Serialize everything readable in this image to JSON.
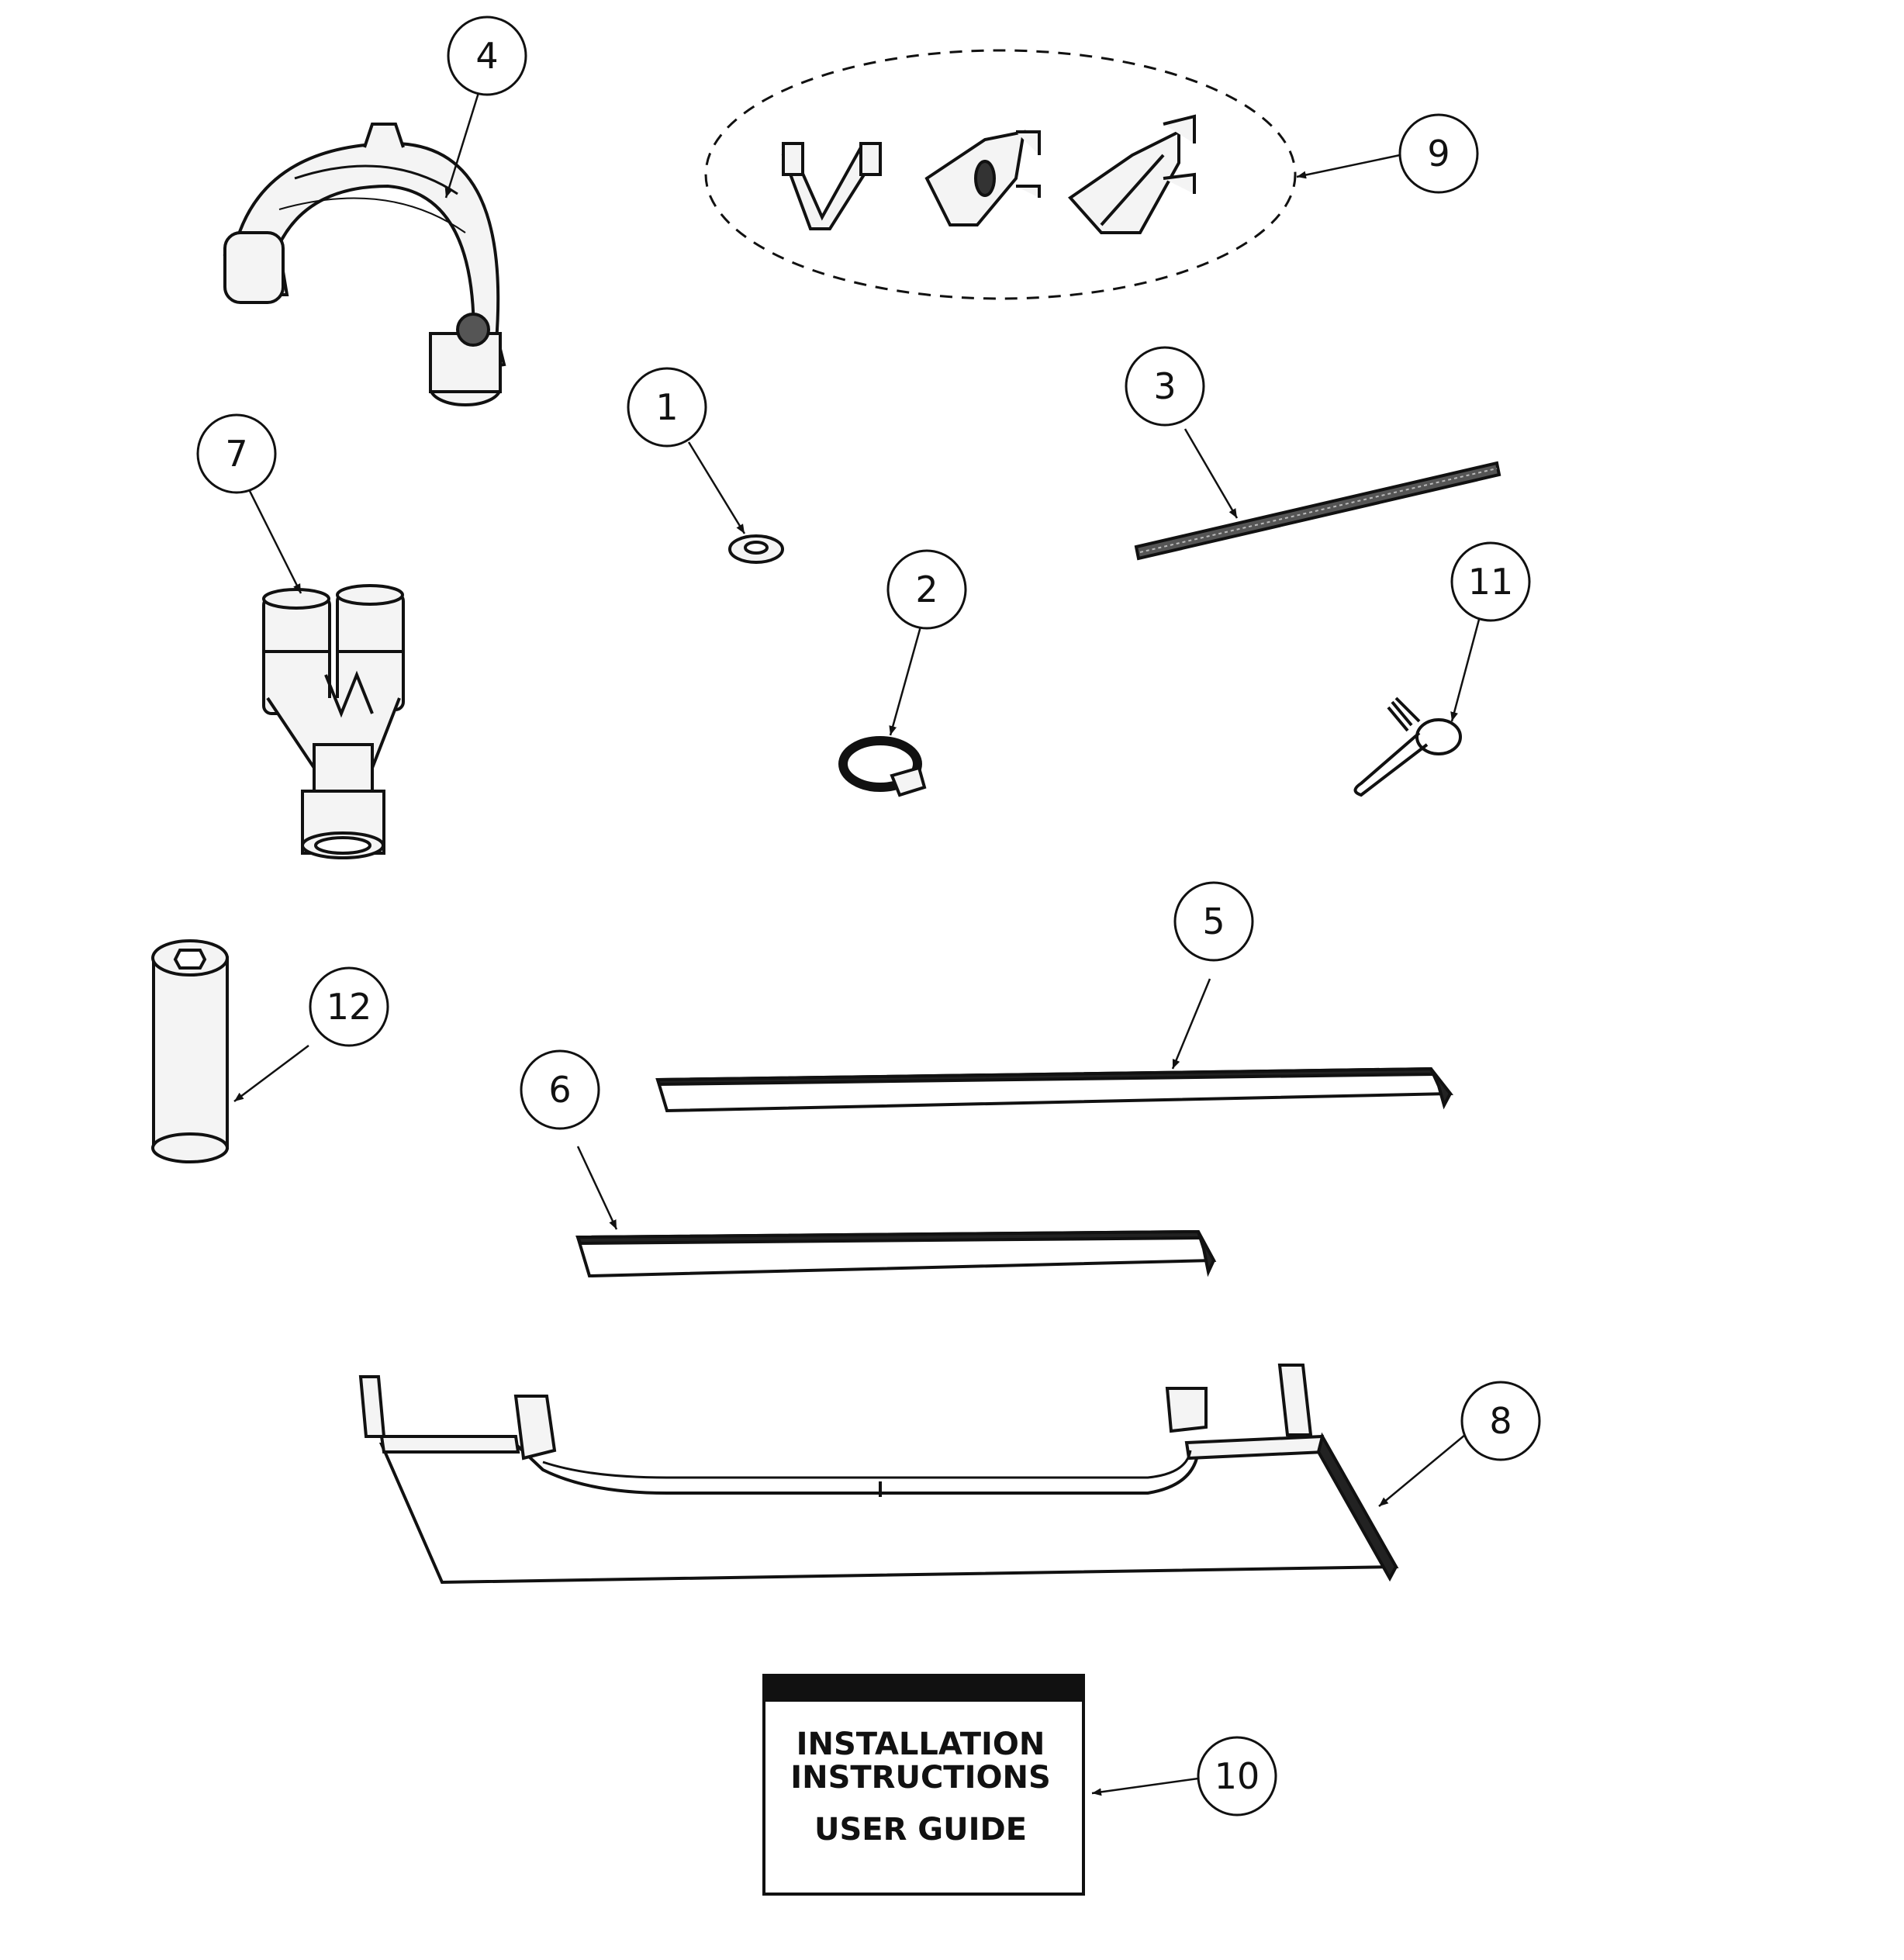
{
  "callouts": [
    {
      "id": "callout-1",
      "label": "1"
    },
    {
      "id": "callout-2",
      "label": "2"
    },
    {
      "id": "callout-3",
      "label": "3"
    },
    {
      "id": "callout-4",
      "label": "4"
    },
    {
      "id": "callout-5",
      "label": "5"
    },
    {
      "id": "callout-6",
      "label": "6"
    },
    {
      "id": "callout-7",
      "label": "7"
    },
    {
      "id": "callout-8",
      "label": "8"
    },
    {
      "id": "callout-9",
      "label": "9"
    },
    {
      "id": "callout-10",
      "label": "10"
    },
    {
      "id": "callout-11",
      "label": "11"
    },
    {
      "id": "callout-12",
      "label": "12"
    }
  ],
  "manual": {
    "line1": "INSTALLATION",
    "line2": "INSTRUCTIONS",
    "line3": "USER GUIDE"
  },
  "colors": {
    "ink": "#111111",
    "part_fill": "#f4f4f4",
    "shade": "#bdbdbd"
  }
}
